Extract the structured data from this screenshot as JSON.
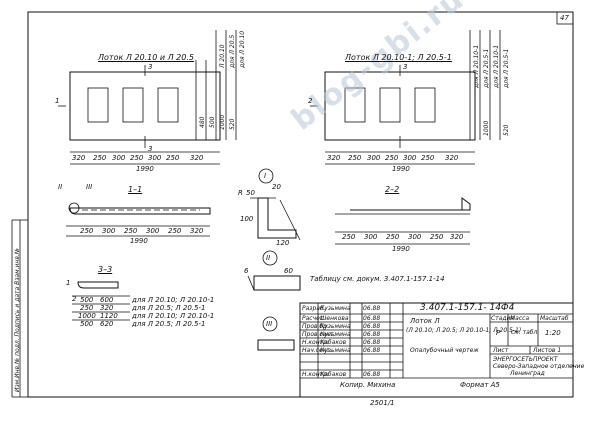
{
  "sheet": {
    "page_number": "47",
    "doc_code": "3.407.1-157.1- 14Ф4",
    "left_margin_note": "Изм.Инв.№ подл. Подпись и дата Взам.инв.№",
    "copied_by": "Копир. Михина",
    "format": "Формат A5",
    "order_no": "2501/1"
  },
  "views": {
    "view1_title": "Лоток Л 20.10 и Л 20.5",
    "view2_title": "Лоток Л 20.10-1; Л 20.5-1",
    "section_1": "1–1",
    "section_2": "2–2",
    "section_3": "3–3",
    "callout_1": "I",
    "callout_2": "II",
    "callout_3": "III",
    "mark_3": "3",
    "mark_2": "2",
    "mark_1": "1",
    "dims_top": [
      "320",
      "250",
      "300",
      "250",
      "300",
      "250",
      "320"
    ],
    "total_1990": "1990",
    "dims_section": [
      "250",
      "300",
      "250",
      "300",
      "250",
      "320"
    ],
    "vertical_dims": [
      "480",
      "500",
      "1000",
      "520"
    ],
    "rows_left": [
      "Л 20.10",
      "для Л 20.5",
      "для Л 20.10",
      "для Л 20.5"
    ],
    "rows_right": [
      "для Л 20.10-1",
      "для Л 20.5-1",
      "для Л 20.10-1",
      "для Л 20.5-1"
    ],
    "sec3_rows": [
      {
        "a": "500",
        "b": "600",
        "label": "для Л 20.10; Л 20.10-1"
      },
      {
        "a": "250",
        "b": "320",
        "label": "для Л 20.5; Л 20.5-1"
      },
      {
        "a": "1000",
        "b": "1120",
        "label": "для Л 20.10; Л 20.10-1"
      },
      {
        "a": "500",
        "b": "620",
        "label": "для Л 20.5; Л 20.5-1"
      }
    ],
    "detail_r": "R",
    "detail_50": "50",
    "detail_100": "100",
    "detail_120": "120",
    "detail_60": "60",
    "detail_20": "20",
    "detail_6": "6",
    "table_ref": "Таблицу см. докум. 3.407.1-157.1-14"
  },
  "stamp": {
    "rows": [
      {
        "role": "Разраб.",
        "name": "Кузьмина"
      },
      {
        "role": "Расчет",
        "name": "Шенкова"
      },
      {
        "role": "Пров.бр.",
        "name": "Кузьмина"
      },
      {
        "role": "Пров.сект.",
        "name": "Кузьмина"
      },
      {
        "role": "Н.контр.",
        "name": "Кабаков"
      },
      {
        "role": "Нач.сект.",
        "name": "Кузьмина"
      },
      {
        "role": "",
        "name": ""
      },
      {
        "role": "Н.контр.",
        "name": "Кабаков"
      }
    ],
    "date": "06.88",
    "product": "Лоток Л",
    "product_sub": "(Л 20.10; Л 20.5; Л 20.10-1; Л 20.5-1)",
    "product_sub2": "Опалубочный чертеж",
    "col_stage": "Стадия",
    "col_mass": "Масса",
    "col_scale": "Масштаб",
    "stage": "Р",
    "mass": "см. табл.",
    "scale": "1:20",
    "sheet_label": "Лист",
    "sheets_label": "Листов 1",
    "org1": "ЭНЕРГОСЕТЬПРОЕКТ",
    "org2": "Северо-Западное отделение",
    "org3": "Ленинград"
  },
  "watermark": "blog-gbi.ru"
}
